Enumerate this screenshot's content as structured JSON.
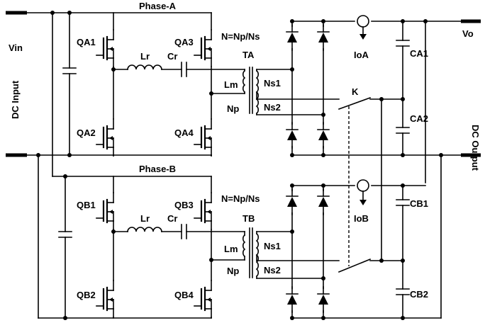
{
  "labels": {
    "phase_a": "Phase-A",
    "phase_b": "Phase-B",
    "vin": "Vin",
    "vo": "Vo",
    "dc_input": "DC Input",
    "dc_output": "DC Output",
    "qa1": "QA1",
    "qa2": "QA2",
    "qa3": "QA3",
    "qa4": "QA4",
    "qb1": "QB1",
    "qb2": "QB2",
    "qb3": "QB3",
    "qb4": "QB4",
    "lr_a": "Lr",
    "cr_a": "Cr",
    "lr_b": "Lr",
    "cr_b": "Cr",
    "ratio_a": "N=Np/Ns",
    "ratio_b": "N=Np/Ns",
    "ta": "TA",
    "tb": "TB",
    "lm_a": "Lm",
    "lm_b": "Lm",
    "np_a": "Np",
    "np_b": "Np",
    "ns1_a": "Ns1",
    "ns2_a": "Ns2",
    "ns1_b": "Ns1",
    "ns2_b": "Ns2",
    "ioa": "IoA",
    "iob": "IoB",
    "k": "K",
    "ca1": "CA1",
    "ca2": "CA2",
    "cb1": "CB1",
    "cb2": "CB2"
  }
}
